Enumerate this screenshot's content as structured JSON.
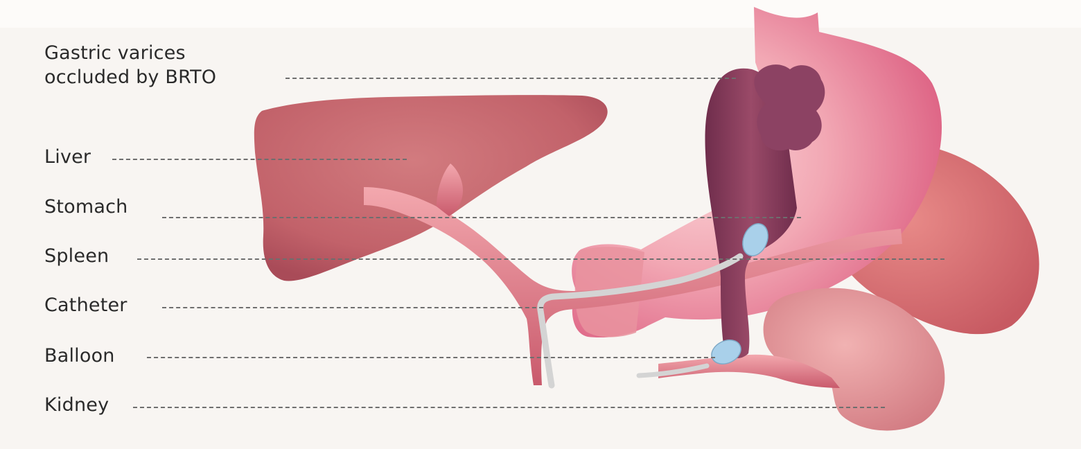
{
  "labels": {
    "varices_line1": "Gastric varices",
    "varices_line2": "occluded by BRTO",
    "liver": "Liver",
    "stomach": "Stomach",
    "spleen": "Spleen",
    "catheter": "Catheter",
    "balloon": "Balloon",
    "kidney": "Kidney"
  },
  "colors": {
    "liver": "#c9666b",
    "stomach": "#e88ea0",
    "spleen": "#d46a6d",
    "kidney": "#df8c8f",
    "vessel": "#d97784",
    "varices": "#8a3e5c",
    "balloon": "#a9d0ea",
    "catheter": "#cfcfcf"
  }
}
